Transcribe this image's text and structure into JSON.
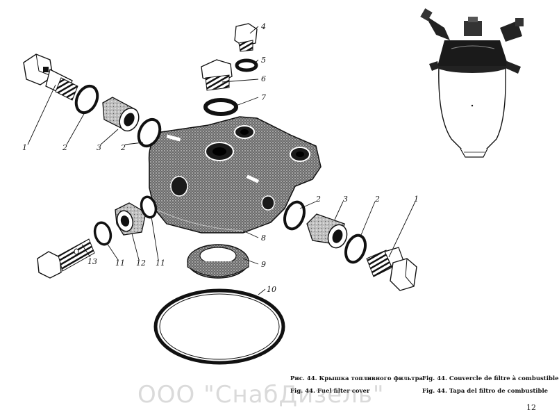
{
  "callouts": [
    "1",
    "2",
    "3",
    "2",
    "4",
    "5",
    "6",
    "7",
    "8",
    "2",
    "3",
    "2",
    "1",
    "13",
    "11",
    "12",
    "11",
    "9",
    "10"
  ],
  "captions": {
    "ru": "Рис. 44. Крышка топливного фильтра",
    "en": "Fig. 44. Fuel filter cover",
    "fr": "Fig. 44. Couvercle de filtre à combustible",
    "es": "Fig. 44. Tapa del filtro de combustible"
  },
  "watermark": "ООО \"СнабДизель\"",
  "page_number": "12"
}
